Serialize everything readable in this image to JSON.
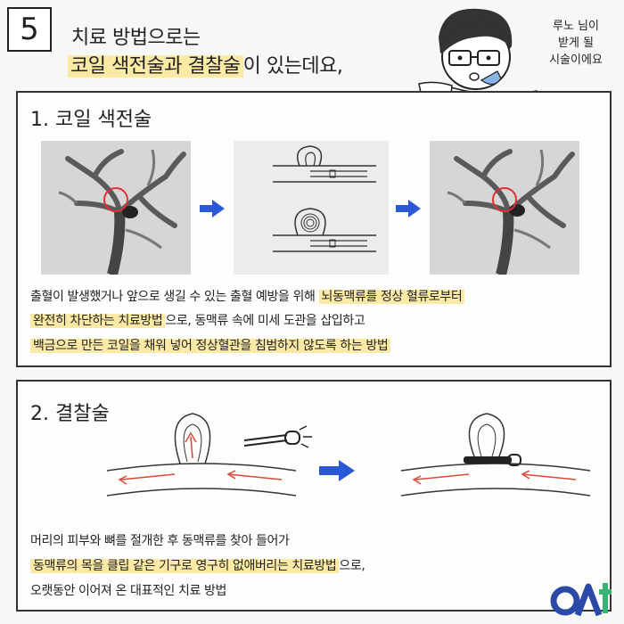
{
  "step_number": "5",
  "intro": {
    "line1": "치료 방법으로는",
    "highlight": "코일 색전술과 결찰술",
    "suffix": "이 있는데요,"
  },
  "speech_bubble": [
    "루노 님이",
    "받게 될",
    "시술이에요"
  ],
  "section1": {
    "title": "1. 코일 색전술",
    "lines": [
      {
        "plain": "출혈이 발생했거나 앞으로 생길 수 있는 출혈 예방을 위해 ",
        "highlight": "뇌동맥류를 정상 혈류로부터"
      },
      {
        "highlight": "완전히 차단하는 치료방법",
        "plain": "으로, 동맥류 속에 미세 도관을 삽입하고"
      },
      {
        "highlight": "백금으로 만든 코일을 채워 넣어 정상혈관을 침범하지 않도록 하는 방법",
        "plain": ""
      }
    ]
  },
  "section2": {
    "title": "2. 결찰술",
    "lines": [
      {
        "plain": "머리의 피부와 뼈를 절개한 후 동맥류를 찾아 들어가",
        "highlight": ""
      },
      {
        "highlight": "동맥류의 목을 클립 같은 기구로 영구히 없애버리는 치료방법",
        "plain": "으로,"
      },
      {
        "plain": "오랫동안 이어져 온 대표적인 치료 방법",
        "highlight": ""
      }
    ]
  },
  "logo_text": "OA",
  "colors": {
    "highlight": "#fbeaa5",
    "arrow_blue": "#2b59d6",
    "flow_red": "#d94a3c",
    "logo_blue": "#2b4aa8",
    "logo_green": "#3bb273"
  }
}
